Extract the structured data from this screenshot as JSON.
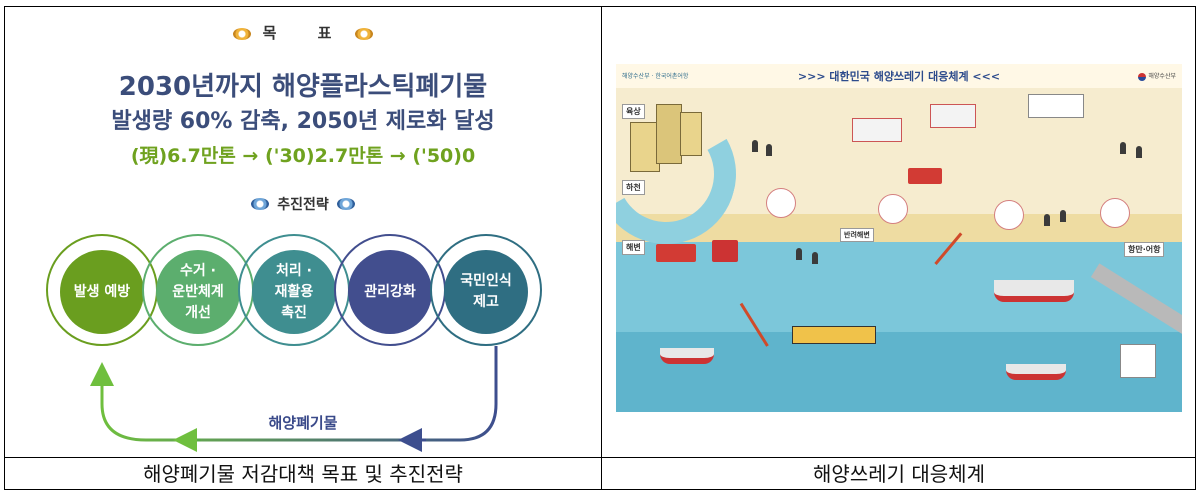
{
  "left": {
    "goal_heading": "목 표",
    "goal_line1": "2030년까지 해양플라스틱폐기물",
    "goal_line2": "발생량 60% 감축, 2050년 제로화 달성",
    "goal_line3": "(現)6.7만톤 → ('30)2.7만톤 → ('50)0",
    "strategy_heading": "추진전략",
    "steps": [
      {
        "label": "발생 예방",
        "color": "#6a9e1f"
      },
      {
        "label": "수거 ·\n운반체계\n개선",
        "color": "#5cae6e"
      },
      {
        "label": "처리 ·\n재활용\n촉진",
        "color": "#3f8e90"
      },
      {
        "label": "관리강화",
        "color": "#424e8e"
      },
      {
        "label": "국민인식\n제고",
        "color": "#2f6e82"
      }
    ],
    "loop_label": "해양폐기물"
  },
  "right": {
    "poster_title": ">>> 대한민국 해양쓰레기 대응체계 <<<",
    "logo_left": "해양수산부 · 한국어촌어항",
    "logo_right": "해양수산부",
    "areas": [
      "육상",
      "하천",
      "해변",
      "항만·어항"
    ],
    "beach_sign": "반려해변"
  },
  "captions": {
    "left": "해양폐기물 저감대책 목표 및 추진전략",
    "right": "해양쓰레기 대응체계"
  },
  "colors": {
    "title_blue": "#3b4d7a",
    "accent_green": "#6fa21f",
    "sea": "#7cc7da"
  }
}
